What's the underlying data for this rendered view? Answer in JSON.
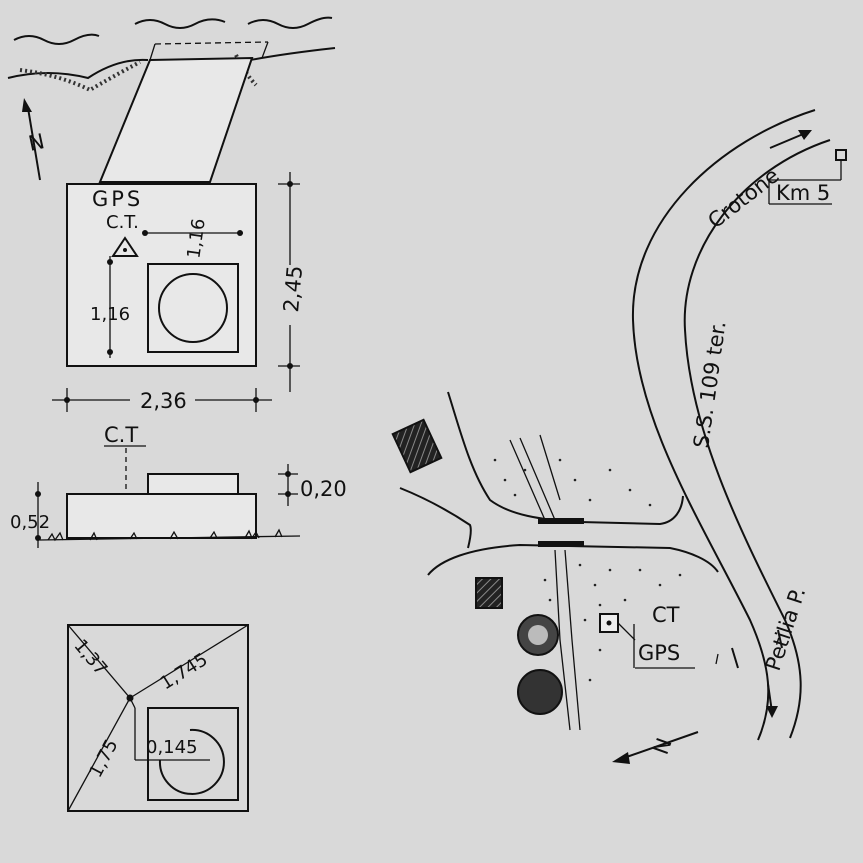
{
  "plan_view": {
    "north": "N",
    "station_marker_top": "GPS",
    "station_marker_sub": "C.T.",
    "dim_width": "2,36",
    "dim_height": "2,45",
    "dim_inner_offset_x": "1,16",
    "dim_inner_offset_y": "1,16"
  },
  "section_view": {
    "marker": "C.T",
    "dim_base_height": "0,52",
    "dim_top_height": "0,20"
  },
  "detail_view": {
    "dim_a": "1,37",
    "dim_b": "1,745",
    "dim_c": "1,75",
    "dim_d": "0,145"
  },
  "site_map": {
    "road_name": "S.S. 109 ter.",
    "destination_up": "Crotone",
    "destination_down": "Petilia P.",
    "km_marker": "Km 5",
    "station_label_1": "CT",
    "station_label_2": "GPS",
    "north": "N"
  },
  "colors": {
    "ink": "#111111",
    "paper": "#d9d9d9",
    "block": "#e6e6e6"
  }
}
